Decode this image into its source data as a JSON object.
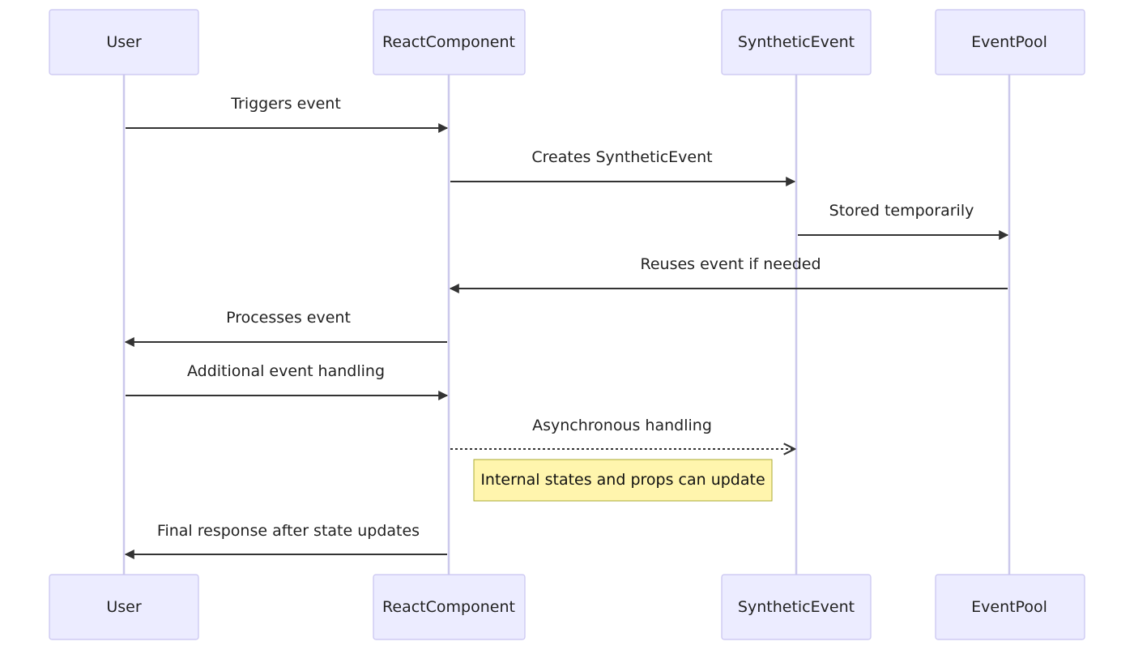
{
  "participants": [
    {
      "id": "user",
      "label": "User"
    },
    {
      "id": "react",
      "label": "ReactComponent"
    },
    {
      "id": "synthetic",
      "label": "SyntheticEvent"
    },
    {
      "id": "pool",
      "label": "EventPool"
    }
  ],
  "messages": [
    {
      "from": "user",
      "to": "react",
      "label": "Triggers event",
      "style": "solid"
    },
    {
      "from": "react",
      "to": "synthetic",
      "label": "Creates SyntheticEvent",
      "style": "solid"
    },
    {
      "from": "synthetic",
      "to": "pool",
      "label": "Stored temporarily",
      "style": "solid"
    },
    {
      "from": "pool",
      "to": "react",
      "label": "Reuses event if needed",
      "style": "solid"
    },
    {
      "from": "react",
      "to": "user",
      "label": "Processes event",
      "style": "solid"
    },
    {
      "from": "user",
      "to": "react",
      "label": "Additional event handling",
      "style": "solid"
    },
    {
      "from": "react",
      "to": "synthetic",
      "label": "Asynchronous handling",
      "style": "dotted-open"
    }
  ],
  "note": {
    "over": [
      "react",
      "synthetic"
    ],
    "text": "Internal states and props can update"
  },
  "final_message": {
    "from": "react",
    "to": "user",
    "label": "Final response after state updates",
    "style": "solid"
  },
  "colors": {
    "actor_fill": "#ececff",
    "actor_stroke": "#c8c3f0",
    "lifeline": "#cbc8ec",
    "note_fill": "#fff5ad",
    "note_stroke": "#aaaa33",
    "arrow": "#333333"
  }
}
